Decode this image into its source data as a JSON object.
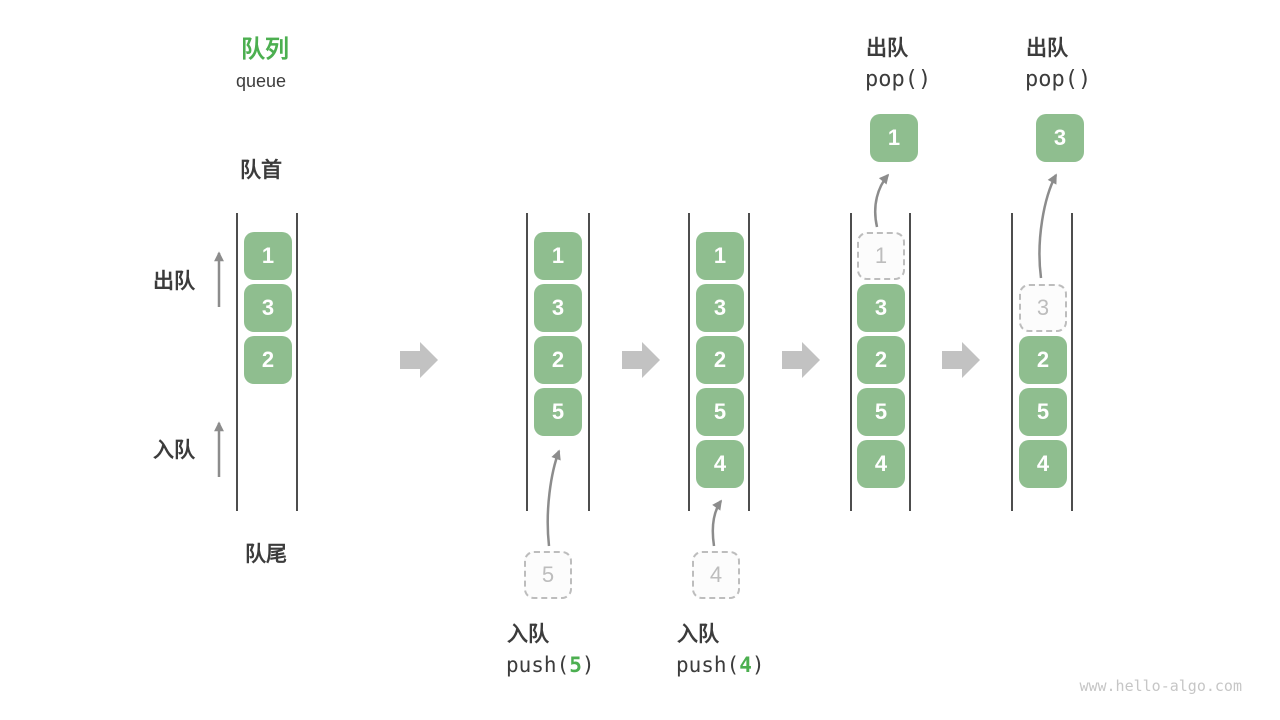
{
  "title": {
    "zh": "队列",
    "en": "queue"
  },
  "side_labels": {
    "front": "队首",
    "dequeue": "出队",
    "enqueue": "入队",
    "rear": "队尾"
  },
  "ops": {
    "push5": {
      "label": "入队",
      "fn": "push(",
      "arg": "5",
      "close": ")"
    },
    "push4": {
      "label": "入队",
      "fn": "push(",
      "arg": "4",
      "close": ")"
    },
    "pop1": {
      "label": "出队",
      "code": "pop()"
    },
    "pop2": {
      "label": "出队",
      "code": "pop()"
    }
  },
  "states": {
    "s1": {
      "boxes": [
        "1",
        "3",
        "2"
      ]
    },
    "s2": {
      "boxes": [
        "1",
        "3",
        "2",
        "5"
      ],
      "incoming": "5"
    },
    "s3": {
      "boxes": [
        "1",
        "3",
        "2",
        "5",
        "4"
      ],
      "incoming": "4"
    },
    "s4": {
      "ghost": "1",
      "boxes": [
        "3",
        "2",
        "5",
        "4"
      ],
      "popped": "1"
    },
    "s5": {
      "ghost": "3",
      "boxes": [
        "2",
        "5",
        "4"
      ],
      "popped": "3"
    }
  },
  "watermark": "www.hello-algo.com",
  "colors": {
    "box_green": "#8FBE8F",
    "accent_green": "#4CAF50",
    "text_dark": "#3C3C3C",
    "line_dark": "#4D4D4D",
    "thin_arrow": "#8C8C8C",
    "block_arrow": "#C2C2C2",
    "ghost_border": "#BDBDBD",
    "ghost_text": "#BDBDBD",
    "watermark_gray": "#C6C6C6"
  }
}
